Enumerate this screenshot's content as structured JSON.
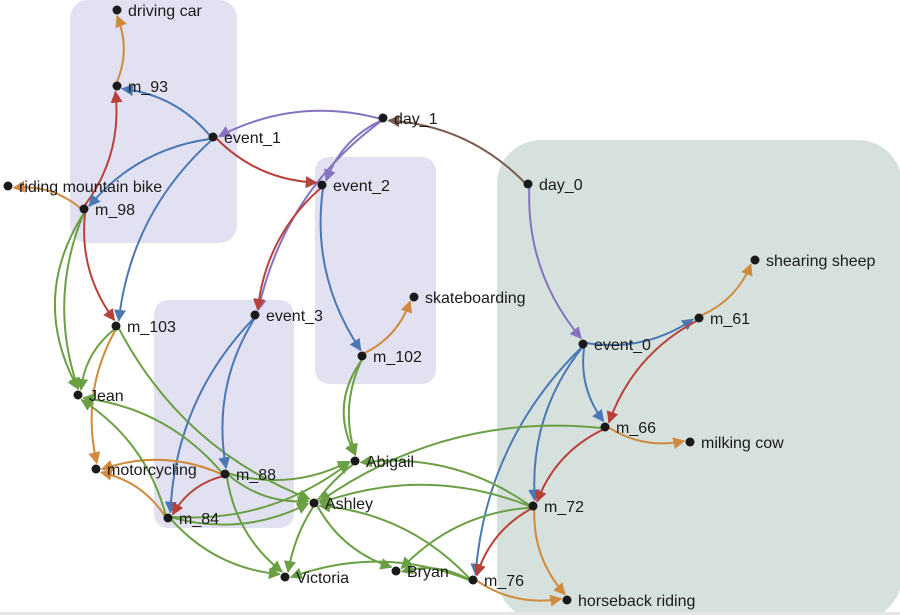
{
  "colors": {
    "group_fill": "#dcdcf0",
    "day0_fill": "#cfdcd8",
    "blue": "#4a78b5",
    "purple": "#8673c0",
    "red": "#b8423a",
    "orange": "#d08a3c",
    "green": "#6aa043",
    "brown": "#7a5a4e"
  },
  "nodes": [
    {
      "id": "driving_car",
      "label": "driving car"
    },
    {
      "id": "m_93",
      "label": "m_93"
    },
    {
      "id": "event_1",
      "label": "event_1"
    },
    {
      "id": "day_1",
      "label": "day_1"
    },
    {
      "id": "riding_mountain_bike",
      "label": "riding mountain bike"
    },
    {
      "id": "m_98",
      "label": "m_98"
    },
    {
      "id": "event_2",
      "label": "event_2"
    },
    {
      "id": "day_0",
      "label": "day_0"
    },
    {
      "id": "shearing_sheep",
      "label": "shearing sheep"
    },
    {
      "id": "skateboarding",
      "label": "skateboarding"
    },
    {
      "id": "m_103",
      "label": "m_103"
    },
    {
      "id": "event_3",
      "label": "event_3"
    },
    {
      "id": "m_61",
      "label": "m_61"
    },
    {
      "id": "event_0",
      "label": "event_0"
    },
    {
      "id": "m_102",
      "label": "m_102"
    },
    {
      "id": "jean",
      "label": "Jean"
    },
    {
      "id": "m_66",
      "label": "m_66"
    },
    {
      "id": "milking_cow",
      "label": "milking cow"
    },
    {
      "id": "abigail",
      "label": "Abigail"
    },
    {
      "id": "motorcycling",
      "label": "motorcycling"
    },
    {
      "id": "m_88",
      "label": "m_88"
    },
    {
      "id": "ashley",
      "label": "Ashley"
    },
    {
      "id": "m_72",
      "label": "m_72"
    },
    {
      "id": "m_84",
      "label": "m_84"
    },
    {
      "id": "bryan",
      "label": "Bryan"
    },
    {
      "id": "victoria",
      "label": "Victoria"
    },
    {
      "id": "m_76",
      "label": "m_76"
    },
    {
      "id": "horseback_riding",
      "label": "horseback riding"
    }
  ],
  "edges": [
    {
      "from": "m_93",
      "to": "driving_car",
      "color": "orange"
    },
    {
      "from": "event_1",
      "to": "m_93",
      "color": "blue"
    },
    {
      "from": "m_98",
      "to": "m_93",
      "color": "red"
    },
    {
      "from": "day_1",
      "to": "event_1",
      "color": "purple"
    },
    {
      "from": "day_1",
      "to": "event_2",
      "color": "purple"
    },
    {
      "from": "day_1",
      "to": "event_3",
      "color": "purple"
    },
    {
      "from": "day_0",
      "to": "day_1",
      "color": "brown"
    },
    {
      "from": "event_1",
      "to": "event_2",
      "color": "red"
    },
    {
      "from": "event_1",
      "to": "m_98",
      "color": "blue"
    },
    {
      "from": "event_1",
      "to": "m_103",
      "color": "blue"
    },
    {
      "from": "m_98",
      "to": "riding_mountain_bike",
      "color": "orange"
    },
    {
      "from": "m_98",
      "to": "m_103",
      "color": "red"
    },
    {
      "from": "m_98",
      "to": "jean",
      "color": "green"
    },
    {
      "from": "m_98",
      "to": "jean",
      "color": "green"
    },
    {
      "from": "event_2",
      "to": "event_3",
      "color": "red"
    },
    {
      "from": "event_2",
      "to": "m_102",
      "color": "blue"
    },
    {
      "from": "m_102",
      "to": "skateboarding",
      "color": "orange"
    },
    {
      "from": "m_102",
      "to": "abigail",
      "color": "green"
    },
    {
      "from": "m_102",
      "to": "abigail",
      "color": "green"
    },
    {
      "from": "day_0",
      "to": "event_0",
      "color": "purple"
    },
    {
      "from": "event_0",
      "to": "m_61",
      "color": "blue"
    },
    {
      "from": "m_61",
      "to": "shearing_sheep",
      "color": "orange"
    },
    {
      "from": "m_61",
      "to": "m_66",
      "color": "red"
    },
    {
      "from": "event_0",
      "to": "m_66",
      "color": "blue"
    },
    {
      "from": "m_66",
      "to": "milking_cow",
      "color": "orange"
    },
    {
      "from": "event_0",
      "to": "m_72",
      "color": "blue"
    },
    {
      "from": "event_0",
      "to": "m_76",
      "color": "blue"
    },
    {
      "from": "m_66",
      "to": "m_72",
      "color": "red"
    },
    {
      "from": "m_66",
      "to": "ashley",
      "color": "green"
    },
    {
      "from": "m_72",
      "to": "m_76",
      "color": "red"
    },
    {
      "from": "m_72",
      "to": "horseback_riding",
      "color": "orange"
    },
    {
      "from": "m_76",
      "to": "horseback_riding",
      "color": "orange"
    },
    {
      "from": "m_72",
      "to": "abigail",
      "color": "green"
    },
    {
      "from": "m_72",
      "to": "ashley",
      "color": "green"
    },
    {
      "from": "m_72",
      "to": "bryan",
      "color": "green"
    },
    {
      "from": "m_76",
      "to": "ashley",
      "color": "green"
    },
    {
      "from": "m_76",
      "to": "victoria",
      "color": "green"
    },
    {
      "from": "m_76",
      "to": "bryan",
      "color": "green"
    },
    {
      "from": "m_103",
      "to": "jean",
      "color": "green"
    },
    {
      "from": "m_103",
      "to": "motorcycling",
      "color": "orange"
    },
    {
      "from": "m_103",
      "to": "ashley",
      "color": "green"
    },
    {
      "from": "event_3",
      "to": "m_88",
      "color": "blue"
    },
    {
      "from": "event_3",
      "to": "m_84",
      "color": "blue"
    },
    {
      "from": "m_88",
      "to": "motorcycling",
      "color": "orange"
    },
    {
      "from": "m_88",
      "to": "m_84",
      "color": "red"
    },
    {
      "from": "m_88",
      "to": "abigail",
      "color": "green"
    },
    {
      "from": "m_88",
      "to": "ashley",
      "color": "green"
    },
    {
      "from": "m_88",
      "to": "victoria",
      "color": "green"
    },
    {
      "from": "m_84",
      "to": "motorcycling",
      "color": "orange"
    },
    {
      "from": "m_84",
      "to": "jean",
      "color": "green"
    },
    {
      "from": "m_84",
      "to": "abigail",
      "color": "green"
    },
    {
      "from": "m_84",
      "to": "ashley",
      "color": "green"
    },
    {
      "from": "m_84",
      "to": "victoria",
      "color": "green"
    },
    {
      "from": "m_88",
      "to": "jean",
      "color": "green"
    },
    {
      "from": "ashley",
      "to": "bryan",
      "color": "green"
    },
    {
      "from": "abigail",
      "to": "victoria",
      "color": "green"
    }
  ]
}
